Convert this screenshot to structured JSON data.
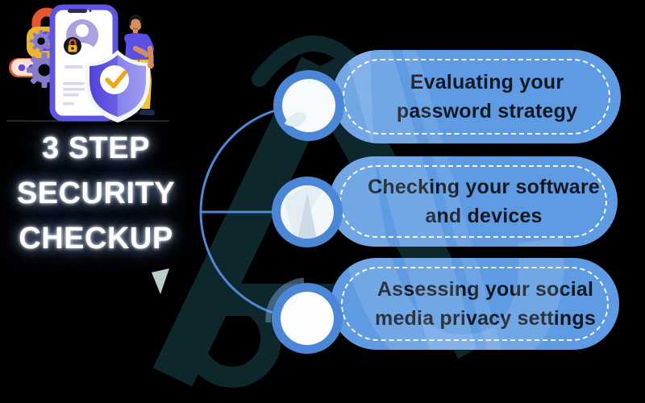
{
  "title": {
    "lines": [
      "3 STEP",
      "SECURITY",
      "CHECKUP"
    ]
  },
  "steps": [
    {
      "lines": [
        "Evaluating your",
        "password strategy"
      ]
    },
    {
      "lines": [
        "Checking your software",
        "and devices"
      ]
    },
    {
      "lines": [
        "Assessing your social",
        "media privacy settings"
      ]
    }
  ],
  "password_dots": 6,
  "icons": {
    "padlock": "padlock-icon",
    "password_field": "password-dots-field",
    "connector": "three-branch-connector",
    "watermark": "background-logo-watermark",
    "gears": "gears-icon",
    "phone": "phone-profile-illustration",
    "lock_badge": "lock-badge-icon",
    "shield": "shield-check-icon",
    "person": "person-illustration"
  },
  "colors": {
    "background": "#000000",
    "pill_blue": "#5f9be3",
    "node_ring_blue": "#4c86d7",
    "connector_blue": "#4e88d4",
    "step_text": "#131722",
    "title_text": "#ffffff",
    "watermark_dark": "#0d272c",
    "lock_orange": "#e4582f",
    "lock_yellow": "#eab42e",
    "keyhole_purple": "#6a3fd8",
    "password_bar_cream": "#f8e3d9",
    "dot_purple": "#6a46dd",
    "phone_purple": "#5f55e3",
    "shield_purple": "#5044da",
    "check_gold": "#f0a616",
    "shirt_purple": "#5b50e2",
    "pants_yellow": "#f0c335"
  }
}
